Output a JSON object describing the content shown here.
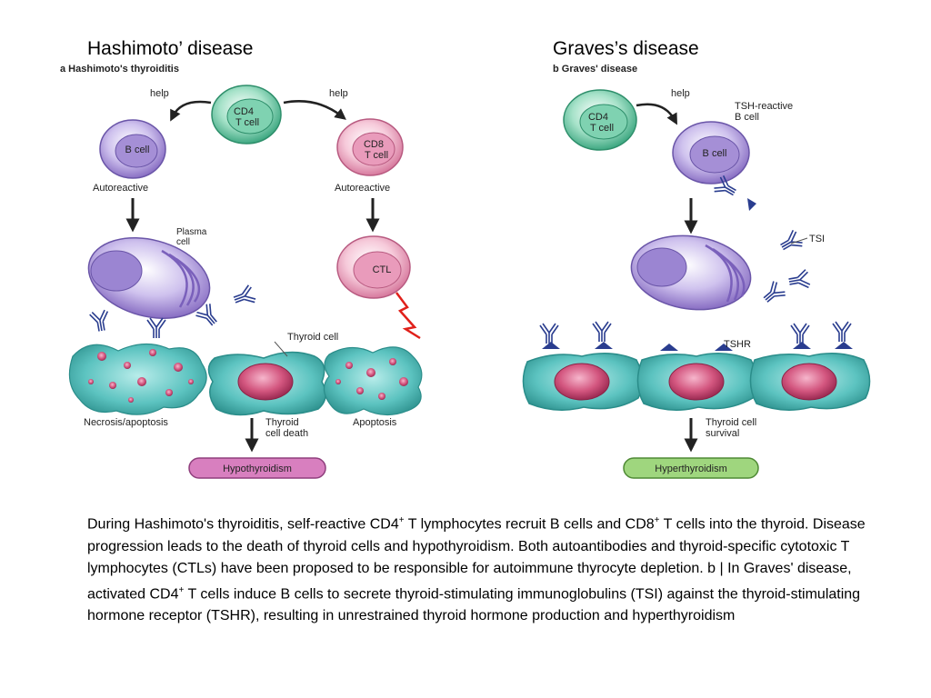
{
  "headings": {
    "left": "Hashimoto’ disease",
    "right": "Graves’s disease"
  },
  "panel_a": {
    "subtitle": "a  Hashimoto's thyroiditis",
    "cd4": [
      "CD4",
      "T cell"
    ],
    "help_left": "help",
    "help_right": "help",
    "b_cell": "B cell",
    "cd8": [
      "CD8",
      "T cell"
    ],
    "autoreactive_left": "Autoreactive",
    "autoreactive_right": "Autoreactive",
    "plasma_cell": [
      "Plasma",
      "cell"
    ],
    "ctl": "CTL",
    "thyroid_cell": "Thyroid cell",
    "necrosis": "Necrosis/apoptosis",
    "thyroid_death": [
      "Thyroid",
      "cell death"
    ],
    "apoptosis": "Apoptosis",
    "outcome": "Hypothyroidism"
  },
  "panel_b": {
    "subtitle": "b  Graves' disease",
    "cd4": [
      "CD4",
      "T cell"
    ],
    "help": "help",
    "tsh_b": [
      "TSH-reactive",
      "B cell"
    ],
    "b_cell": "B cell",
    "tsi": "TSI",
    "tshr": "TSHR",
    "thyroid_survival": [
      "Thyroid cell",
      "survival"
    ],
    "outcome": "Hyperthyroidism"
  },
  "caption": {
    "s1": "During Hashimoto's thyroiditis, self-reactive CD4",
    "sup1": "+",
    "s2": " T lymphocytes recruit B cells and CD8",
    "sup2": "+",
    "s3": " T cells into the thyroid. Disease progression leads to the death of thyroid cells and hypothyroidism. Both autoantibodies and thyroid-specific cytotoxic T lymphocytes (CTLs) have been proposed to be responsible for autoimmune thyrocyte depletion. b | In Graves' disease, activated CD4",
    "sup3": "+",
    "s4": " T cells induce B cells to secrete thyroid-stimulating immunoglobulins (TSI) against the thyroid-stimulating hormone receptor (TSHR), resulting in unrestrained thyroid hormone production and hyperthyroidism"
  },
  "colors": {
    "cd4_fill": "#6cc9a6",
    "b_cell_fill": "#b8a6dc",
    "cd8_fill": "#eeaec6",
    "thyroid_fill": "#3fa9a6",
    "nucleus_fill": "#c94d73",
    "hypo_fill": "#d87fbf",
    "hyper_fill": "#9fd67e",
    "antibody": "#2a3d8f"
  }
}
